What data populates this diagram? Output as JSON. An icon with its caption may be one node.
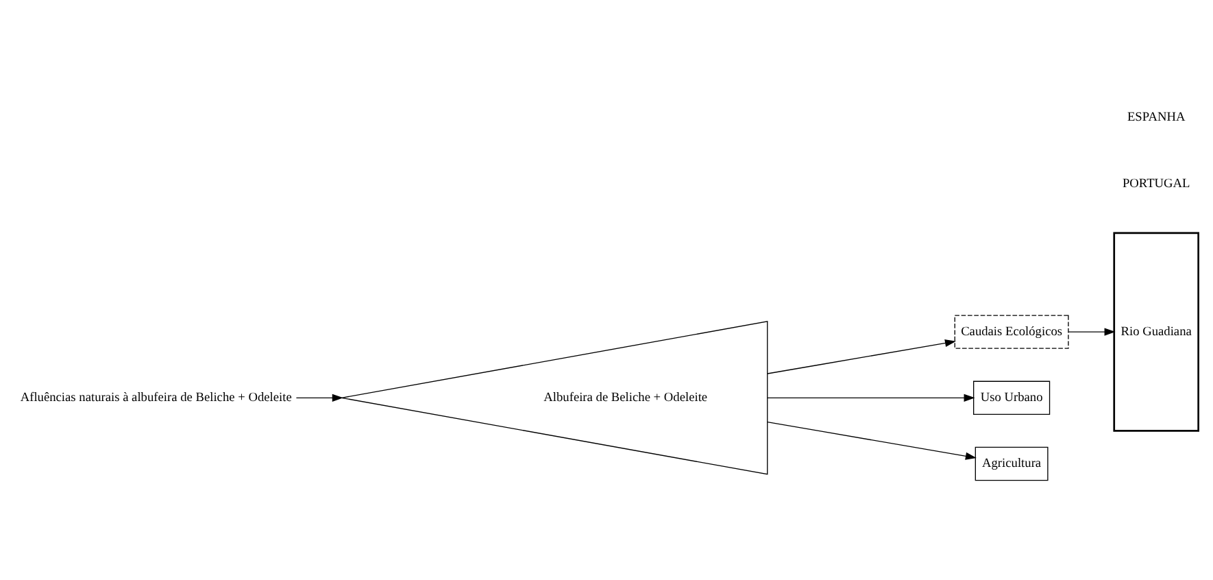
{
  "diagram": {
    "nodes": [
      {
        "text": [
          "Afluências naturais à albufeira de Beliche + Odeleite"
        ]
      },
      {
        "text": [
          "Albufeira de Beliche + Odeleite"
        ]
      },
      {
        "text": [
          "Caudais Ecológicos"
        ]
      },
      {
        "text": [
          "Rio Guadiana"
        ]
      },
      {
        "text": [
          "Uso Urbano"
        ]
      },
      {
        "text": [
          "Agricultura"
        ]
      }
    ],
    "edges": [
      {
        "from": 0,
        "to": 1,
        "arrow": "to"
      },
      {
        "from": 1,
        "to": 2,
        "arrow": "to"
      },
      {
        "from": 2,
        "to": 3,
        "arrow": "to"
      },
      {
        "from": 1,
        "to": 4,
        "arrow": "to"
      },
      {
        "from": 1,
        "to": 5,
        "arrow": "to"
      }
    ],
    "labels": [
      "PORTUGAL",
      "ESPANHA"
    ]
  }
}
